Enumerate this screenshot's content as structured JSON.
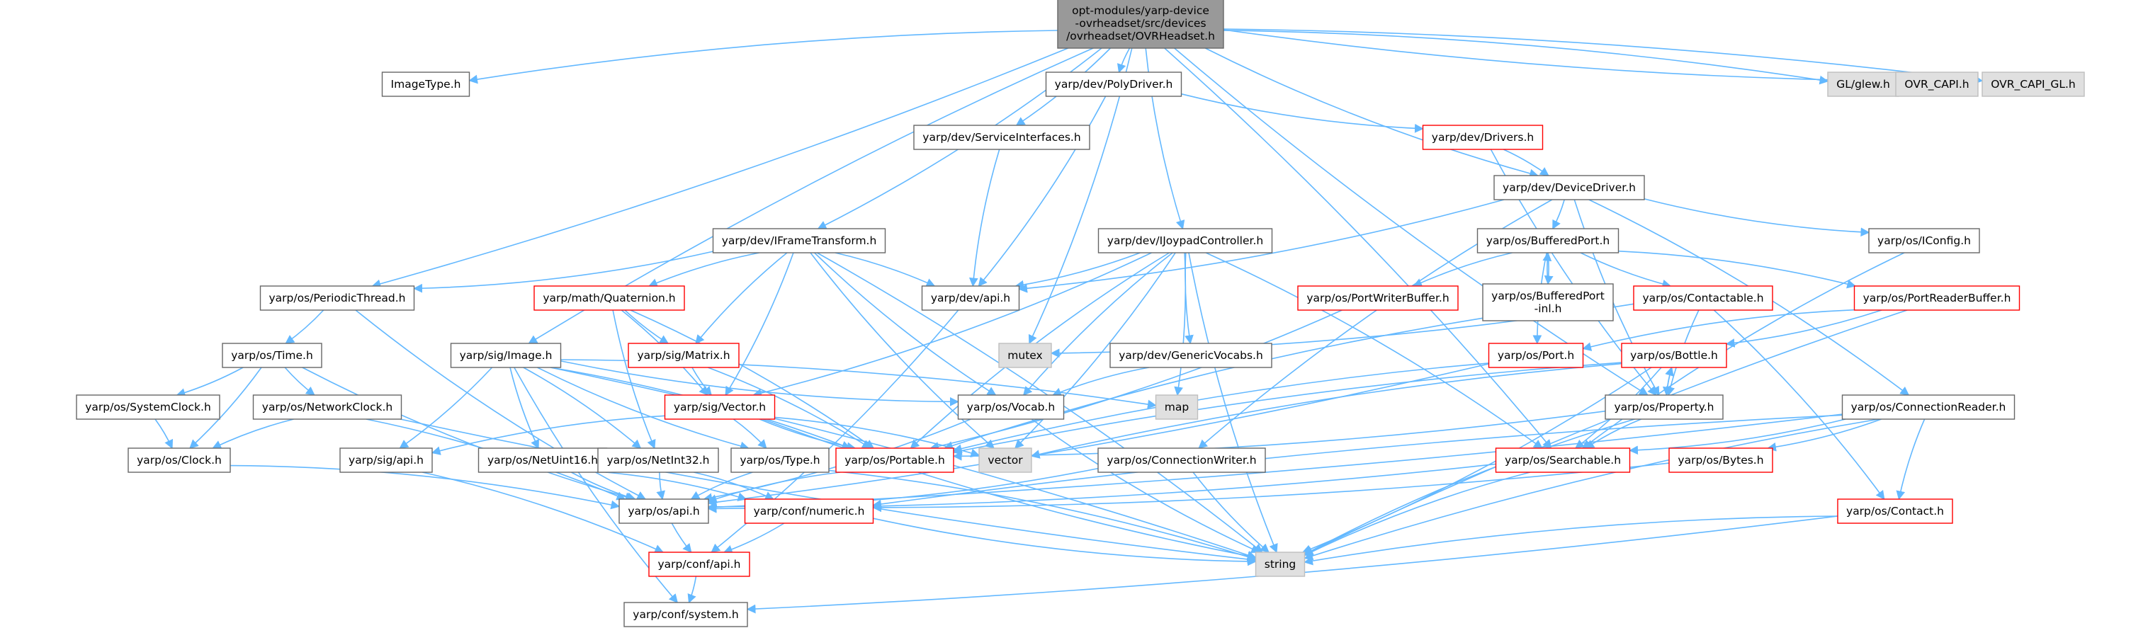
{
  "colors": {
    "edge": "#63b8ff",
    "node_border": "#666666",
    "missing_border": "#ff0000",
    "root_fill": "#999999",
    "external_fill": "#e0e0e0",
    "text": "#000000"
  },
  "nodes": [
    {
      "id": "root",
      "lines": [
        "opt-modules/yarp-device",
        "-ovrheadset/src/devices",
        "/ovrheadset/OVRHeadset.h"
      ],
      "style": "root"
    },
    {
      "id": "imagetype",
      "lines": [
        "ImageType.h"
      ],
      "style": "normal"
    },
    {
      "id": "glew",
      "lines": [
        "GL/glew.h"
      ],
      "style": "external"
    },
    {
      "id": "ovrcapi",
      "lines": [
        "OVR_CAPI.h"
      ],
      "style": "external"
    },
    {
      "id": "ovrcapigl",
      "lines": [
        "OVR_CAPI_GL.h"
      ],
      "style": "external"
    },
    {
      "id": "polydriver",
      "lines": [
        "yarp/dev/PolyDriver.h"
      ],
      "style": "normal"
    },
    {
      "id": "serviceinterfaces",
      "lines": [
        "yarp/dev/ServiceInterfaces.h"
      ],
      "style": "normal"
    },
    {
      "id": "drivers",
      "lines": [
        "yarp/dev/Drivers.h"
      ],
      "style": "missing"
    },
    {
      "id": "devicedriver",
      "lines": [
        "yarp/dev/DeviceDriver.h"
      ],
      "style": "normal"
    },
    {
      "id": "iframetransform",
      "lines": [
        "yarp/dev/IFrameTransform.h"
      ],
      "style": "normal"
    },
    {
      "id": "ijoypad",
      "lines": [
        "yarp/dev/IJoypadController.h"
      ],
      "style": "normal"
    },
    {
      "id": "bufferedport",
      "lines": [
        "yarp/os/BufferedPort.h"
      ],
      "style": "normal"
    },
    {
      "id": "iconfig",
      "lines": [
        "yarp/os/IConfig.h"
      ],
      "style": "normal"
    },
    {
      "id": "periodicthread",
      "lines": [
        "yarp/os/PeriodicThread.h"
      ],
      "style": "normal"
    },
    {
      "id": "quaternion",
      "lines": [
        "yarp/math/Quaternion.h"
      ],
      "style": "missing"
    },
    {
      "id": "devapi",
      "lines": [
        "yarp/dev/api.h"
      ],
      "style": "normal"
    },
    {
      "id": "portwriterbuffer",
      "lines": [
        "yarp/os/PortWriterBuffer.h"
      ],
      "style": "missing"
    },
    {
      "id": "bufferedportinl",
      "lines": [
        "yarp/os/BufferedPort",
        "-inl.h"
      ],
      "style": "normal"
    },
    {
      "id": "contactable",
      "lines": [
        "yarp/os/Contactable.h"
      ],
      "style": "missing"
    },
    {
      "id": "portreaderbuffer",
      "lines": [
        "yarp/os/PortReaderBuffer.h"
      ],
      "style": "missing"
    },
    {
      "id": "time",
      "lines": [
        "yarp/os/Time.h"
      ],
      "style": "normal"
    },
    {
      "id": "sigimage",
      "lines": [
        "yarp/sig/Image.h"
      ],
      "style": "normal"
    },
    {
      "id": "sigmatrix",
      "lines": [
        "yarp/sig/Matrix.h"
      ],
      "style": "missing"
    },
    {
      "id": "mutex",
      "lines": [
        "mutex"
      ],
      "style": "external"
    },
    {
      "id": "genericvocabs",
      "lines": [
        "yarp/dev/GenericVocabs.h"
      ],
      "style": "normal"
    },
    {
      "id": "port",
      "lines": [
        "yarp/os/Port.h"
      ],
      "style": "missing"
    },
    {
      "id": "bottle",
      "lines": [
        "yarp/os/Bottle.h"
      ],
      "style": "missing"
    },
    {
      "id": "systemclock",
      "lines": [
        "yarp/os/SystemClock.h"
      ],
      "style": "normal"
    },
    {
      "id": "networkclock",
      "lines": [
        "yarp/os/NetworkClock.h"
      ],
      "style": "normal"
    },
    {
      "id": "sigvector",
      "lines": [
        "yarp/sig/Vector.h"
      ],
      "style": "missing"
    },
    {
      "id": "map",
      "lines": [
        "map"
      ],
      "style": "external"
    },
    {
      "id": "vocab",
      "lines": [
        "yarp/os/Vocab.h"
      ],
      "style": "normal"
    },
    {
      "id": "property",
      "lines": [
        "yarp/os/Property.h"
      ],
      "style": "normal"
    },
    {
      "id": "connectionreader",
      "lines": [
        "yarp/os/ConnectionReader.h"
      ],
      "style": "normal"
    },
    {
      "id": "clock",
      "lines": [
        "yarp/os/Clock.h"
      ],
      "style": "normal"
    },
    {
      "id": "sigapi",
      "lines": [
        "yarp/sig/api.h"
      ],
      "style": "normal"
    },
    {
      "id": "netuint16",
      "lines": [
        "yarp/os/NetUint16.h"
      ],
      "style": "normal"
    },
    {
      "id": "netint32",
      "lines": [
        "yarp/os/NetInt32.h"
      ],
      "style": "normal"
    },
    {
      "id": "ostype",
      "lines": [
        "yarp/os/Type.h"
      ],
      "style": "normal"
    },
    {
      "id": "portable",
      "lines": [
        "yarp/os/Portable.h"
      ],
      "style": "missing"
    },
    {
      "id": "vector",
      "lines": [
        "vector"
      ],
      "style": "external"
    },
    {
      "id": "connectionwriter",
      "lines": [
        "yarp/os/ConnectionWriter.h"
      ],
      "style": "normal"
    },
    {
      "id": "searchable",
      "lines": [
        "yarp/os/Searchable.h"
      ],
      "style": "missing"
    },
    {
      "id": "bytes",
      "lines": [
        "yarp/os/Bytes.h"
      ],
      "style": "missing"
    },
    {
      "id": "osapi",
      "lines": [
        "yarp/os/api.h"
      ],
      "style": "normal"
    },
    {
      "id": "confnumeric",
      "lines": [
        "yarp/conf/numeric.h"
      ],
      "style": "missing"
    },
    {
      "id": "contact",
      "lines": [
        "yarp/os/Contact.h"
      ],
      "style": "missing"
    },
    {
      "id": "string",
      "lines": [
        "string"
      ],
      "style": "external"
    },
    {
      "id": "confapi",
      "lines": [
        "yarp/conf/api.h"
      ],
      "style": "missing"
    },
    {
      "id": "confsystem",
      "lines": [
        "yarp/conf/system.h"
      ],
      "style": "normal"
    }
  ],
  "edges": [
    [
      "root",
      "imagetype"
    ],
    [
      "root",
      "glew"
    ],
    [
      "root",
      "ovrcapi"
    ],
    [
      "root",
      "ovrcapigl"
    ],
    [
      "root",
      "polydriver"
    ],
    [
      "root",
      "serviceinterfaces"
    ],
    [
      "root",
      "devicedriver"
    ],
    [
      "root",
      "iframetransform"
    ],
    [
      "root",
      "ijoypad"
    ],
    [
      "root",
      "periodicthread"
    ],
    [
      "root",
      "sigimage"
    ],
    [
      "root",
      "mutex"
    ],
    [
      "root",
      "property"
    ],
    [
      "root",
      "searchable"
    ],
    [
      "polydriver",
      "drivers"
    ],
    [
      "polydriver",
      "devapi"
    ],
    [
      "serviceinterfaces",
      "devapi"
    ],
    [
      "drivers",
      "devicedriver"
    ],
    [
      "drivers",
      "property"
    ],
    [
      "devicedriver",
      "bufferedport"
    ],
    [
      "devicedriver",
      "iconfig"
    ],
    [
      "devicedriver",
      "devapi"
    ],
    [
      "devicedriver",
      "connectionwriter"
    ],
    [
      "devicedriver",
      "connectionreader"
    ],
    [
      "devicedriver",
      "property"
    ],
    [
      "iframetransform",
      "periodicthread"
    ],
    [
      "iframetransform",
      "quaternion"
    ],
    [
      "iframetransform",
      "devapi"
    ],
    [
      "iframetransform",
      "sigmatrix"
    ],
    [
      "iframetransform",
      "sigvector"
    ],
    [
      "iframetransform",
      "vocab"
    ],
    [
      "iframetransform",
      "string"
    ],
    [
      "iframetransform",
      "vector"
    ],
    [
      "ijoypad",
      "devapi"
    ],
    [
      "ijoypad",
      "genericvocabs"
    ],
    [
      "ijoypad",
      "sigvector"
    ],
    [
      "ijoypad",
      "vocab"
    ],
    [
      "ijoypad",
      "map"
    ],
    [
      "ijoypad",
      "string"
    ],
    [
      "ijoypad",
      "searchable"
    ],
    [
      "ijoypad",
      "portable"
    ],
    [
      "ijoypad",
      "vector"
    ],
    [
      "bufferedport",
      "portwriterbuffer"
    ],
    [
      "bufferedport",
      "bufferedportinl"
    ],
    [
      "bufferedport",
      "contactable"
    ],
    [
      "bufferedport",
      "portreaderbuffer"
    ],
    [
      "bufferedport",
      "port"
    ],
    [
      "bufferedportinl",
      "bufferedport"
    ],
    [
      "bufferedportinl",
      "portable"
    ],
    [
      "contactable",
      "mutex"
    ],
    [
      "contactable",
      "property"
    ],
    [
      "contactable",
      "contact"
    ],
    [
      "portreaderbuffer",
      "port"
    ],
    [
      "portreaderbuffer",
      "bottle"
    ],
    [
      "portreaderbuffer",
      "string"
    ],
    [
      "portwriterbuffer",
      "portable"
    ],
    [
      "iconfig",
      "searchable"
    ],
    [
      "periodicthread",
      "time"
    ],
    [
      "periodicthread",
      "osapi"
    ],
    [
      "time",
      "systemclock"
    ],
    [
      "time",
      "networkclock"
    ],
    [
      "time",
      "clock"
    ],
    [
      "time",
      "osapi"
    ],
    [
      "systemclock",
      "clock"
    ],
    [
      "networkclock",
      "clock"
    ],
    [
      "networkclock",
      "osapi"
    ],
    [
      "networkclock",
      "string"
    ],
    [
      "clock",
      "osapi"
    ],
    [
      "quaternion",
      "sigmatrix"
    ],
    [
      "quaternion",
      "sigvector"
    ],
    [
      "quaternion",
      "netint32"
    ],
    [
      "quaternion",
      "portable"
    ],
    [
      "sigmatrix",
      "sigvector"
    ],
    [
      "sigmatrix",
      "portable"
    ],
    [
      "sigvector",
      "sigapi"
    ],
    [
      "sigvector",
      "ostype"
    ],
    [
      "sigvector",
      "portable"
    ],
    [
      "sigvector",
      "vector"
    ],
    [
      "sigvector",
      "string"
    ],
    [
      "sigimage",
      "sigapi"
    ],
    [
      "sigimage",
      "netuint16"
    ],
    [
      "sigimage",
      "netint32"
    ],
    [
      "sigimage",
      "ostype"
    ],
    [
      "sigimage",
      "portable"
    ],
    [
      "sigimage",
      "vocab"
    ],
    [
      "sigimage",
      "map"
    ],
    [
      "sigimage",
      "confsystem"
    ],
    [
      "sigimage",
      "string"
    ],
    [
      "genericvocabs",
      "vocab"
    ],
    [
      "vocab",
      "osapi"
    ],
    [
      "vocab",
      "string"
    ],
    [
      "devapi",
      "confapi"
    ],
    [
      "port",
      "portable"
    ],
    [
      "port",
      "osapi"
    ],
    [
      "bottle",
      "property"
    ],
    [
      "bottle",
      "searchable"
    ],
    [
      "bottle",
      "portable"
    ],
    [
      "bottle",
      "string"
    ],
    [
      "bottle",
      "vector"
    ],
    [
      "property",
      "bottle"
    ],
    [
      "property",
      "searchable"
    ],
    [
      "property",
      "portable"
    ],
    [
      "property",
      "string"
    ],
    [
      "connectionreader",
      "bytes"
    ],
    [
      "connectionreader",
      "contact"
    ],
    [
      "connectionreader",
      "searchable"
    ],
    [
      "connectionreader",
      "string"
    ],
    [
      "connectionreader",
      "osapi"
    ],
    [
      "connectionreader",
      "confnumeric"
    ],
    [
      "connectionwriter",
      "osapi"
    ],
    [
      "connectionwriter",
      "string"
    ],
    [
      "searchable",
      "osapi"
    ],
    [
      "searchable",
      "string"
    ],
    [
      "bytes",
      "confnumeric"
    ],
    [
      "contact",
      "string"
    ],
    [
      "contact",
      "confsystem"
    ],
    [
      "ostype",
      "osapi"
    ],
    [
      "ostype",
      "string"
    ],
    [
      "portable",
      "osapi"
    ],
    [
      "sigapi",
      "confapi"
    ],
    [
      "netuint16",
      "osapi"
    ],
    [
      "netuint16",
      "confnumeric"
    ],
    [
      "netint32",
      "osapi"
    ],
    [
      "netint32",
      "confnumeric"
    ],
    [
      "osapi",
      "confapi"
    ],
    [
      "confnumeric",
      "confapi"
    ],
    [
      "confnumeric",
      "string"
    ],
    [
      "confapi",
      "confsystem"
    ]
  ]
}
